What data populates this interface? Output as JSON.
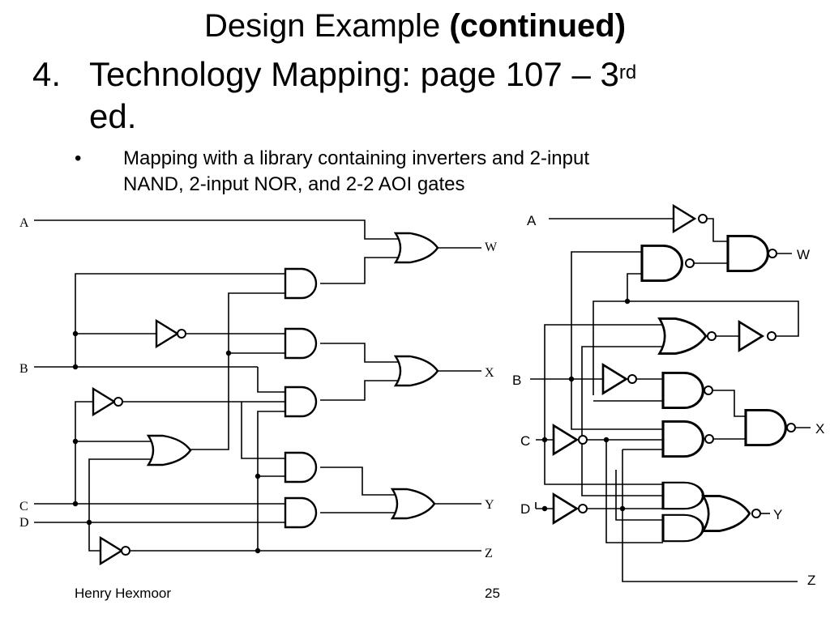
{
  "slide": {
    "title_regular": "Design Example ",
    "title_bold": "(continued)",
    "step_number": "4.",
    "heading_text": "Technology Mapping: page 107 – 3",
    "heading_sup": "rd",
    "heading_line2": "ed.",
    "bullet_symbol": "•",
    "bullet_line1": "Mapping with a library containing  inverters and 2-input",
    "bullet_line2": "NAND, 2-input NOR, and 2-2 AOI gates",
    "footer_author": "Henry Hexmoor",
    "footer_page": "25"
  },
  "left_circuit": {
    "inputs": [
      "A",
      "B",
      "C",
      "D"
    ],
    "outputs": [
      "W",
      "X",
      "Y",
      "Z"
    ]
  },
  "right_circuit": {
    "inputs": [
      "A",
      "B",
      "C",
      "D"
    ],
    "outputs": [
      "W",
      "X",
      "Y",
      "Z"
    ]
  }
}
